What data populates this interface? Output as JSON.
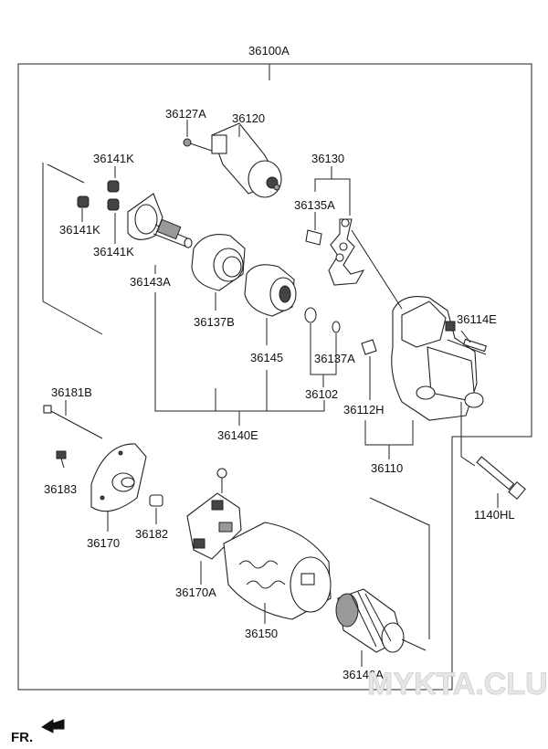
{
  "diagram": {
    "labels": [
      {
        "id": "36100A",
        "text": "36100A"
      },
      {
        "id": "36127A",
        "text": "36127A"
      },
      {
        "id": "36120",
        "text": "36120"
      },
      {
        "id": "36130",
        "text": "36130"
      },
      {
        "id": "36135A",
        "text": "36135A"
      },
      {
        "id": "36141K_top",
        "text": "36141K"
      },
      {
        "id": "36141K_left",
        "text": "36141K"
      },
      {
        "id": "36141K_bottom",
        "text": "36141K"
      },
      {
        "id": "36143A",
        "text": "36143A"
      },
      {
        "id": "36137B",
        "text": "36137B"
      },
      {
        "id": "36145",
        "text": "36145"
      },
      {
        "id": "36137A",
        "text": "36137A"
      },
      {
        "id": "36102",
        "text": "36102"
      },
      {
        "id": "36140E",
        "text": "36140E"
      },
      {
        "id": "36112H",
        "text": "36112H"
      },
      {
        "id": "36114E",
        "text": "36114E"
      },
      {
        "id": "36110",
        "text": "36110"
      },
      {
        "id": "1140HL",
        "text": "1140HL"
      },
      {
        "id": "36181B",
        "text": "36181B"
      },
      {
        "id": "36183",
        "text": "36183"
      },
      {
        "id": "36170",
        "text": "36170"
      },
      {
        "id": "36182",
        "text": "36182"
      },
      {
        "id": "36170A",
        "text": "36170A"
      },
      {
        "id": "36150",
        "text": "36150"
      },
      {
        "id": "36146A",
        "text": "36146A"
      }
    ],
    "direction_marker": "FR.",
    "watermark": "MYKTA.CLUB"
  }
}
